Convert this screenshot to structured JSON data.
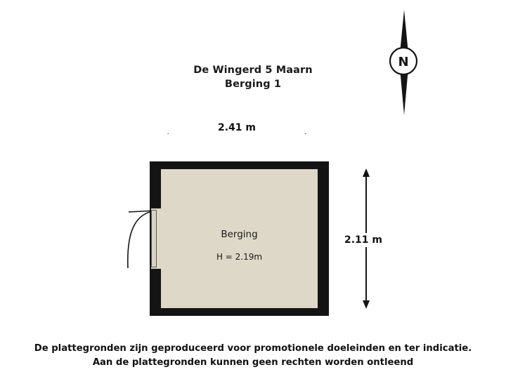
{
  "title": {
    "line1": "De Wingerd 5 Maarn",
    "line2": "Berging 1"
  },
  "plan": {
    "room_name": "Berging",
    "room_height": "H = 2.19m",
    "width_dimension": "2.41 m",
    "depth_dimension": "2.11 m",
    "colors": {
      "wall": "#141414",
      "floor": "#ded8c8",
      "background": "#ffffff",
      "text": "#111111"
    }
  },
  "compass": {
    "label": "N"
  },
  "footer": {
    "line1": "De plattegronden zijn geproduceerd voor promotionele doeleinden en ter indicatie.",
    "line2": "Aan de plattegronden kunnen geen rechten worden ontleend"
  }
}
